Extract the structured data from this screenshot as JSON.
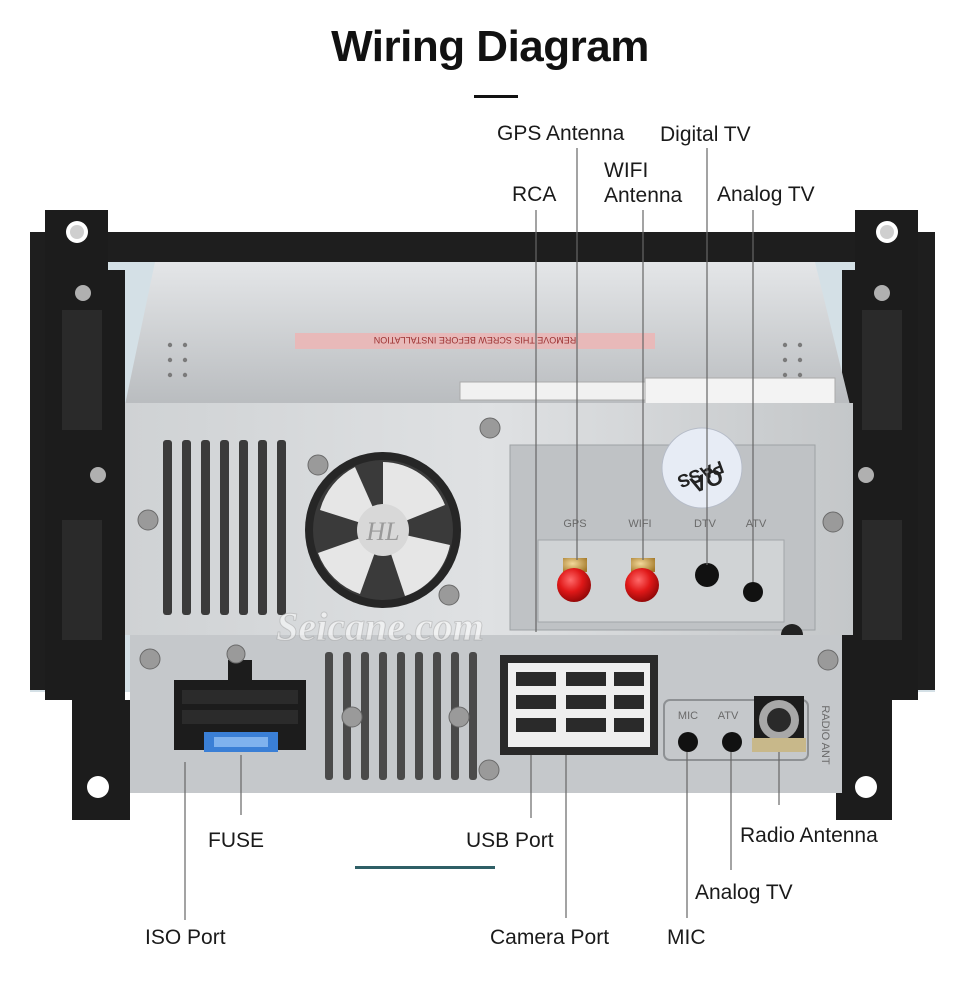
{
  "title": "Wiring Diagram",
  "labels": {
    "gps_antenna": "GPS Antenna",
    "digital_tv": "Digital TV",
    "rca": "RCA",
    "wifi_antenna_line1": "WIFI",
    "wifi_antenna_line2": "Antenna",
    "analog_tv_top": "Analog TV",
    "fuse": "FUSE",
    "usb_port": "USB Port",
    "radio_antenna": "Radio Antenna",
    "analog_tv_bottom": "Analog TV",
    "iso_port": "ISO Port",
    "camera_port": "Camera Port",
    "mic": "MIC"
  },
  "panel_markings": {
    "gps": "GPS",
    "wifi": "WIFI",
    "dtv": "DTV",
    "atv": "ATV",
    "mic": "MIC",
    "atv2": "ATV",
    "radio": "RADIO ANT",
    "qa": "QA",
    "pass": "PASS",
    "fan_logo": "HL",
    "sticker": "REMOVE THIS SCREW BEFORE INSTALLATION"
  },
  "watermark": "Seicane.com",
  "colors": {
    "chassis": "#c9ccce",
    "bracket": "#1c1c1c",
    "connector_red": "#d81818",
    "fuse_blue": "#3a7fd6",
    "leader": "#555555"
  }
}
